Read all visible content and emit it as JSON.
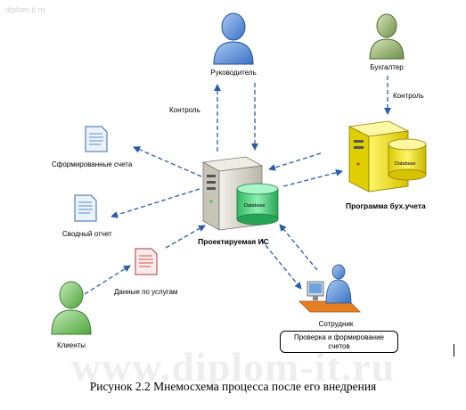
{
  "watermark_corner": "diplom-it.ru",
  "watermark_big": "www.diplom-it.ru",
  "caption": "Рисунок 2.2 Мнемосхема процесса после его внедрения",
  "actors": {
    "manager": "Руководитель",
    "accountant": "Бухгалтер",
    "clients": "Клиенты",
    "employee": "Сотрудник"
  },
  "systems": {
    "designed_is": "Проектируемая ИС",
    "accounting_program": "Программа бух.учета",
    "database_label": "Database"
  },
  "documents": {
    "generated_invoices": "Сформированные счета",
    "summary_report": "Сводный отчет",
    "service_data": "Данные по услугам"
  },
  "flows": {
    "control_left": "Контроль",
    "control_right": "Контроль"
  },
  "employee_task": "Проверка и формирование счетов",
  "colors": {
    "arrow": "#2b5ca8",
    "person_blue": "#4a86d9",
    "person_green": "#6cbf5a",
    "person_olive": "#8aa864",
    "server_grey": "#d9d6cc",
    "server_yellow": "#f5e000",
    "db_green": "#4fcf7a",
    "doc_blue": "#5a8fc9",
    "doc_red": "#d05050"
  }
}
